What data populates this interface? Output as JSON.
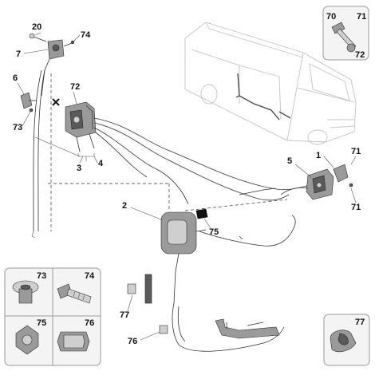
{
  "callouts": {
    "c20": "20",
    "c74_top": "74",
    "c7": "7",
    "c6": "6",
    "c73": "73",
    "c72": "72",
    "c3": "3",
    "c4": "4",
    "c2": "2",
    "c75": "75",
    "c5": "5",
    "c1": "1",
    "c71_a": "71",
    "c71_b": "71",
    "c77": "77",
    "c76": "76"
  },
  "inset_top_right": {
    "labels": [
      "70",
      "71",
      "72"
    ]
  },
  "inset_bottom_left": {
    "labels": [
      "73",
      "74",
      "75",
      "76"
    ]
  },
  "inset_bottom_right": {
    "labels": [
      "77"
    ]
  },
  "icons": [
    "van-illustration",
    "door-lock-mechanism",
    "rear-door-lock",
    "interior-handle",
    "bolt-fastener",
    "screw-fastener",
    "nut-fastener",
    "clip-fastener",
    "rod-clip"
  ]
}
